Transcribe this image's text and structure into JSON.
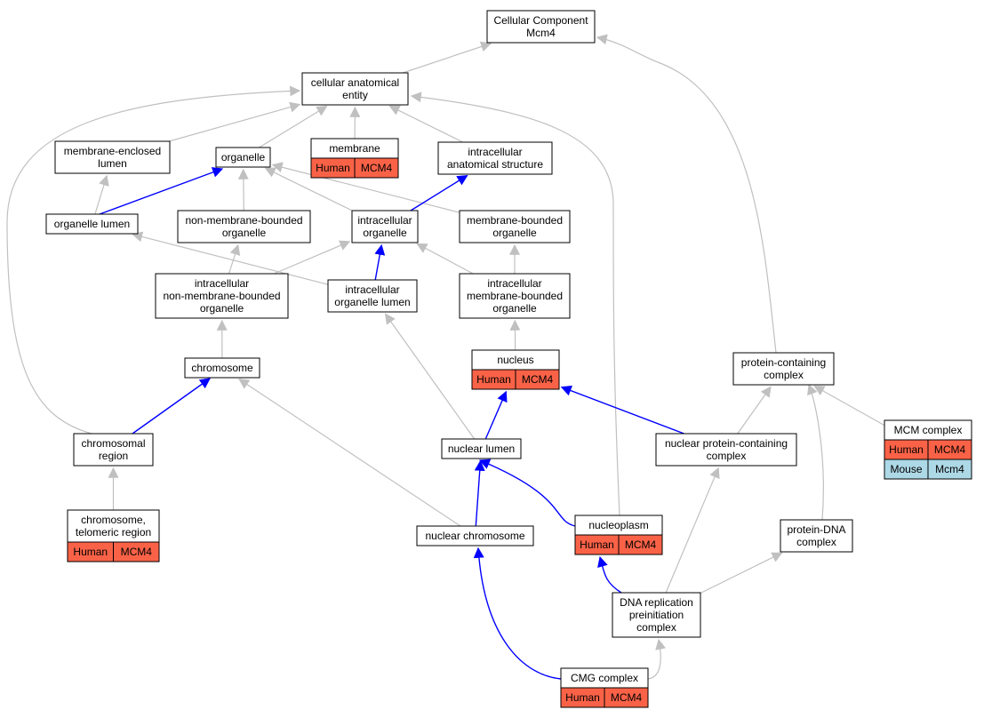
{
  "colors": {
    "gray_edge": "#c0c0c0",
    "blue_edge": "#0000ff",
    "human": "#fa6247",
    "mouse": "#add8e6",
    "node_border": "#000000",
    "node_fill": "#ffffff"
  },
  "nodes": [
    {
      "id": "cc",
      "lines": [
        "Cellular Component",
        "Mcm4"
      ],
      "tags": []
    },
    {
      "id": "cae",
      "lines": [
        "cellular anatomical",
        "entity"
      ],
      "tags": []
    },
    {
      "id": "mel",
      "lines": [
        "membrane-enclosed",
        "lumen"
      ],
      "tags": []
    },
    {
      "id": "org",
      "lines": [
        "organelle"
      ],
      "tags": []
    },
    {
      "id": "mem",
      "lines": [
        "membrane"
      ],
      "tags": [
        {
          "species": "Human",
          "gene": "MCM4"
        }
      ]
    },
    {
      "id": "ias",
      "lines": [
        "intracellular",
        "anatomical structure"
      ],
      "tags": []
    },
    {
      "id": "orl",
      "lines": [
        "organelle lumen"
      ],
      "tags": []
    },
    {
      "id": "nmbo",
      "lines": [
        "non-membrane-bounded",
        "organelle"
      ],
      "tags": []
    },
    {
      "id": "io",
      "lines": [
        "intracellular",
        "organelle"
      ],
      "tags": []
    },
    {
      "id": "mbo",
      "lines": [
        "membrane-bounded",
        "organelle"
      ],
      "tags": []
    },
    {
      "id": "inmbo",
      "lines": [
        "intracellular",
        "non-membrane-bounded",
        "organelle"
      ],
      "tags": []
    },
    {
      "id": "iol",
      "lines": [
        "intracellular",
        "organelle lumen"
      ],
      "tags": []
    },
    {
      "id": "imbo",
      "lines": [
        "intracellular",
        "membrane-bounded",
        "organelle"
      ],
      "tags": []
    },
    {
      "id": "chr",
      "lines": [
        "chromosome"
      ],
      "tags": []
    },
    {
      "id": "nuc",
      "lines": [
        "nucleus"
      ],
      "tags": [
        {
          "species": "Human",
          "gene": "MCM4"
        }
      ]
    },
    {
      "id": "pcc",
      "lines": [
        "protein-containing",
        "complex"
      ],
      "tags": []
    },
    {
      "id": "chreg",
      "lines": [
        "chromosomal",
        "region"
      ],
      "tags": []
    },
    {
      "id": "nl",
      "lines": [
        "nuclear lumen"
      ],
      "tags": []
    },
    {
      "id": "npcc",
      "lines": [
        "nuclear protein-containing",
        "complex"
      ],
      "tags": []
    },
    {
      "id": "mcm",
      "lines": [
        "MCM complex"
      ],
      "tags": [
        {
          "species": "Human",
          "gene": "MCM4"
        },
        {
          "species": "Mouse",
          "gene": "Mcm4"
        }
      ]
    },
    {
      "id": "tel",
      "lines": [
        "chromosome,",
        "telomeric region"
      ],
      "tags": [
        {
          "species": "Human",
          "gene": "MCM4"
        }
      ]
    },
    {
      "id": "nchr",
      "lines": [
        "nuclear chromosome"
      ],
      "tags": []
    },
    {
      "id": "nplasm",
      "lines": [
        "nucleoplasm"
      ],
      "tags": [
        {
          "species": "Human",
          "gene": "MCM4"
        }
      ]
    },
    {
      "id": "pdna",
      "lines": [
        "protein-DNA",
        "complex"
      ],
      "tags": []
    },
    {
      "id": "drpc",
      "lines": [
        "DNA replication",
        "preinitiation",
        "complex"
      ],
      "tags": []
    },
    {
      "id": "cmg",
      "lines": [
        "CMG complex"
      ],
      "tags": [
        {
          "species": "Human",
          "gene": "MCM4"
        }
      ]
    }
  ],
  "edges": [
    {
      "from": "cae",
      "to": "cc",
      "type": "gray"
    },
    {
      "from": "pcc",
      "to": "cc",
      "type": "gray"
    },
    {
      "from": "mel",
      "to": "cae",
      "type": "gray"
    },
    {
      "from": "org",
      "to": "cae",
      "type": "gray"
    },
    {
      "from": "mem",
      "to": "cae",
      "type": "gray"
    },
    {
      "from": "ias",
      "to": "cae",
      "type": "gray"
    },
    {
      "from": "chreg",
      "to": "cae",
      "type": "gray"
    },
    {
      "from": "nplasm",
      "to": "cae",
      "type": "gray"
    },
    {
      "from": "orl",
      "to": "mel",
      "type": "gray"
    },
    {
      "from": "orl",
      "to": "org",
      "type": "blue"
    },
    {
      "from": "nmbo",
      "to": "org",
      "type": "gray"
    },
    {
      "from": "io",
      "to": "org",
      "type": "gray"
    },
    {
      "from": "mbo",
      "to": "org",
      "type": "gray"
    },
    {
      "from": "io",
      "to": "ias",
      "type": "blue"
    },
    {
      "from": "inmbo",
      "to": "nmbo",
      "type": "gray"
    },
    {
      "from": "inmbo",
      "to": "io",
      "type": "gray"
    },
    {
      "from": "iol",
      "to": "io",
      "type": "blue"
    },
    {
      "from": "imbo",
      "to": "io",
      "type": "gray"
    },
    {
      "from": "iol",
      "to": "orl",
      "type": "gray"
    },
    {
      "from": "imbo",
      "to": "mbo",
      "type": "gray"
    },
    {
      "from": "chr",
      "to": "inmbo",
      "type": "gray"
    },
    {
      "from": "nuc",
      "to": "imbo",
      "type": "gray"
    },
    {
      "from": "chreg",
      "to": "chr",
      "type": "blue"
    },
    {
      "from": "nchr",
      "to": "chr",
      "type": "gray"
    },
    {
      "from": "nl",
      "to": "iol",
      "type": "gray"
    },
    {
      "from": "nl",
      "to": "nuc",
      "type": "blue"
    },
    {
      "from": "npcc",
      "to": "nuc",
      "type": "blue"
    },
    {
      "from": "npcc",
      "to": "pcc",
      "type": "gray"
    },
    {
      "from": "mcm",
      "to": "pcc",
      "type": "gray"
    },
    {
      "from": "pdna",
      "to": "pcc",
      "type": "gray"
    },
    {
      "from": "tel",
      "to": "chreg",
      "type": "gray"
    },
    {
      "from": "nchr",
      "to": "nl",
      "type": "blue"
    },
    {
      "from": "nplasm",
      "to": "nl",
      "type": "blue"
    },
    {
      "from": "drpc",
      "to": "npcc",
      "type": "gray"
    },
    {
      "from": "drpc",
      "to": "pdna",
      "type": "gray"
    },
    {
      "from": "drpc",
      "to": "nplasm",
      "type": "blue"
    },
    {
      "from": "cmg",
      "to": "nchr",
      "type": "blue"
    },
    {
      "from": "cmg",
      "to": "drpc",
      "type": "gray"
    }
  ]
}
